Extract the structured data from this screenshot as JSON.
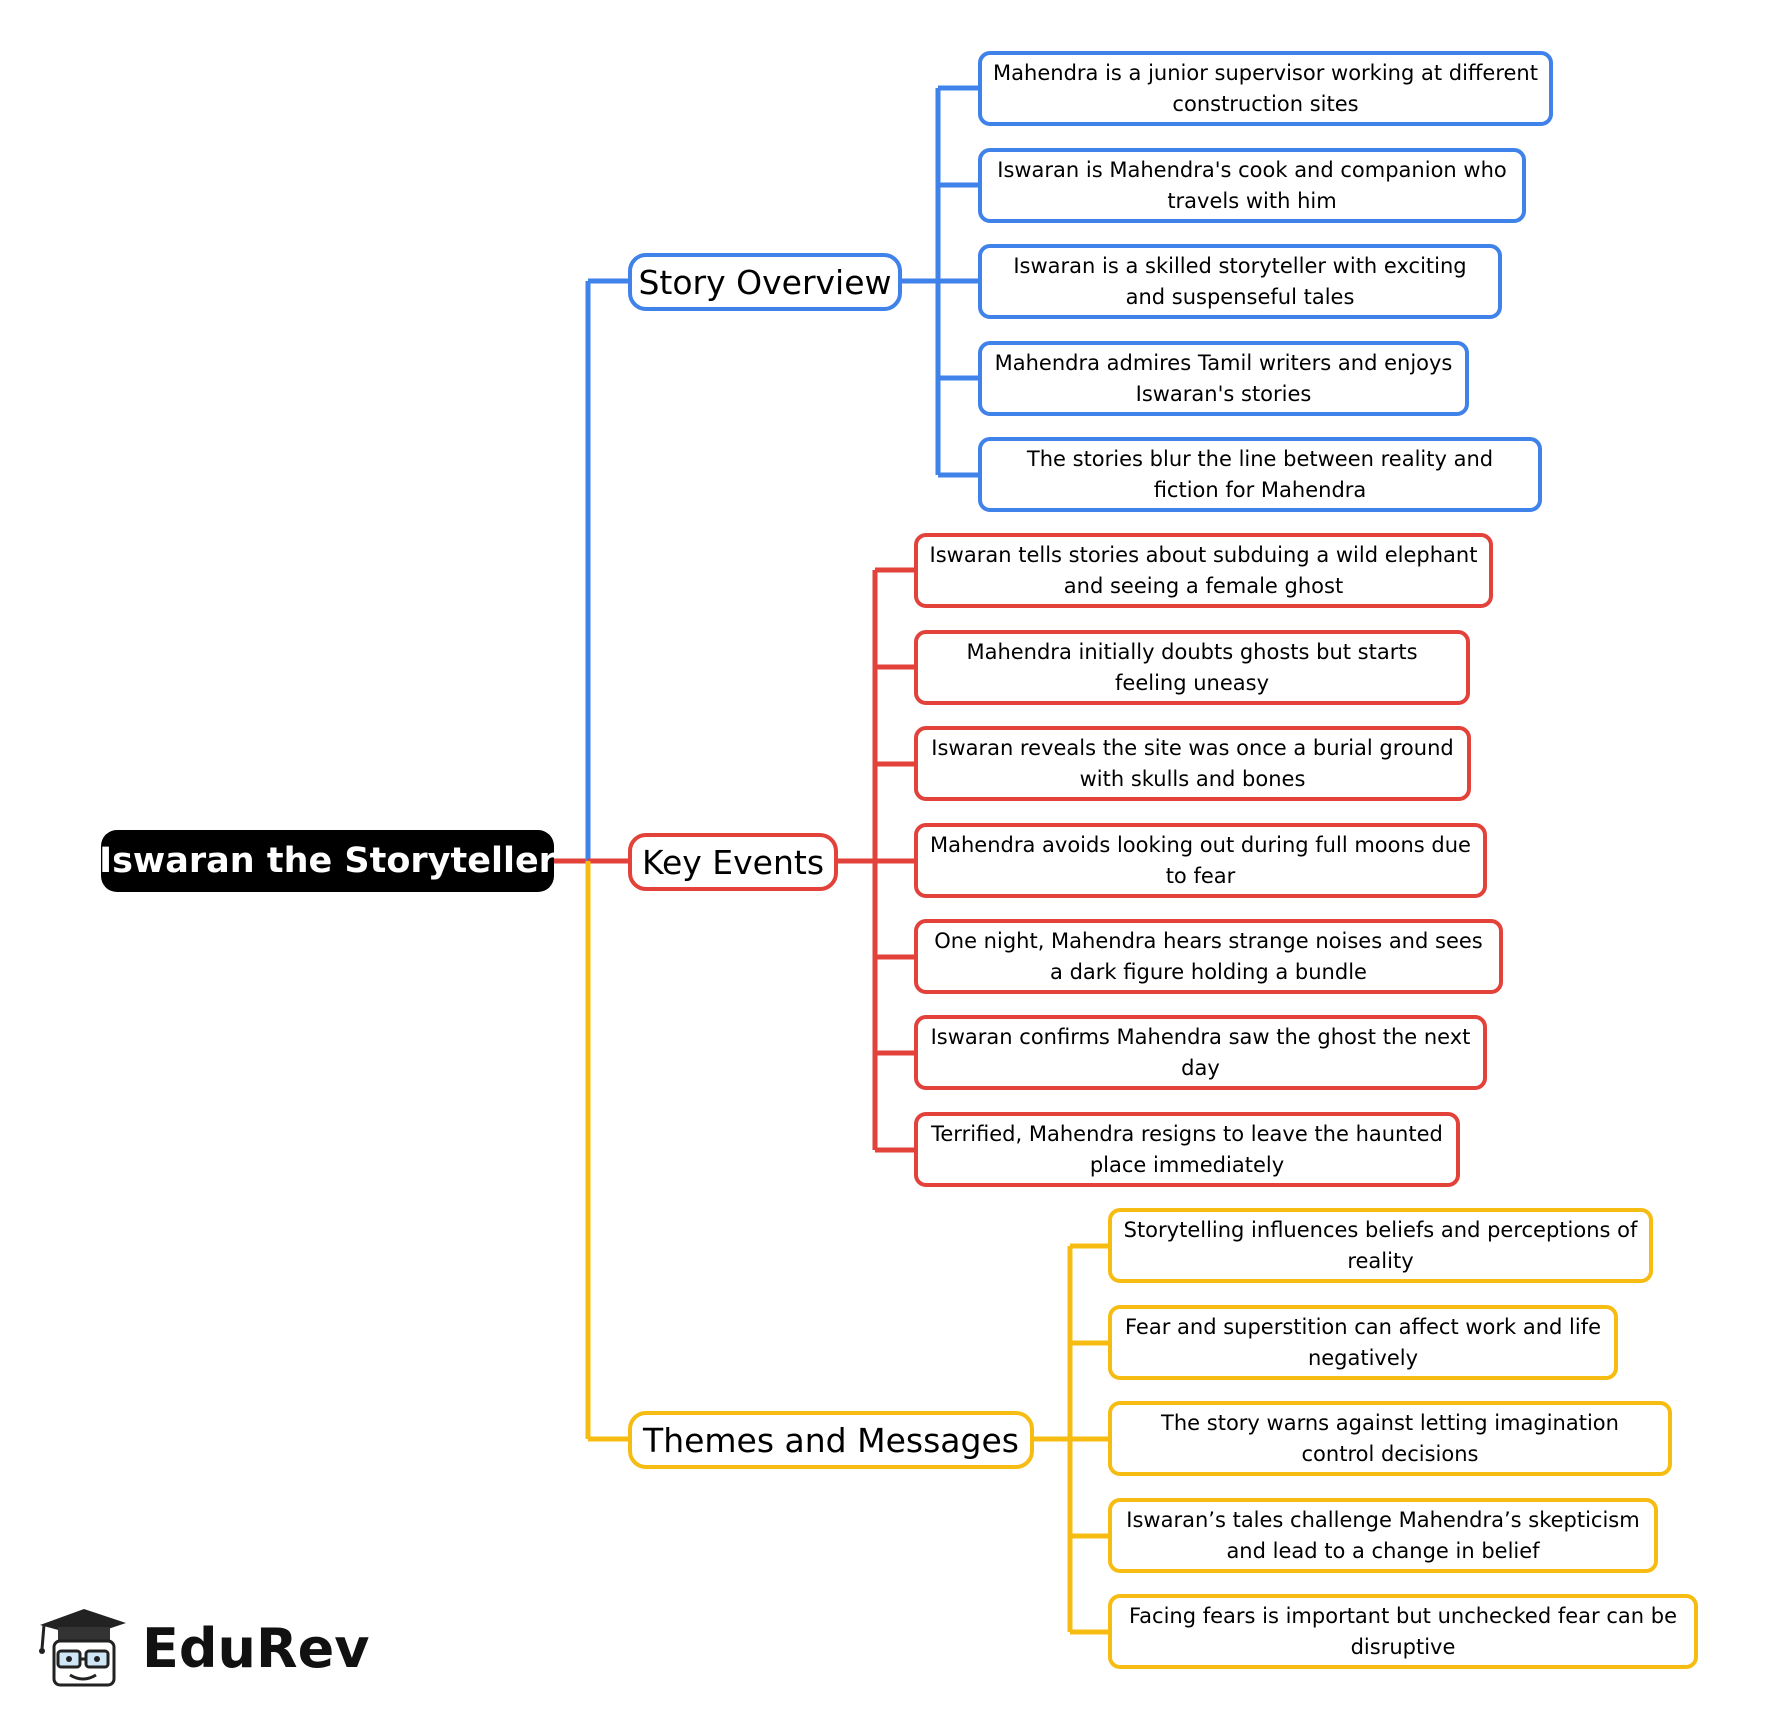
{
  "root": {
    "label": "Iswaran the Storyteller"
  },
  "colors": {
    "blue": "#3f82ea",
    "red": "#e2423a",
    "yellow": "#f6bc12"
  },
  "branches": [
    {
      "label": "Story Overview",
      "color": "blue",
      "leaves": [
        "Mahendra is a junior supervisor working at different construction sites",
        "Iswaran is Mahendra's cook and companion who travels with him",
        "Iswaran is a skilled storyteller with exciting and suspenseful tales",
        "Mahendra admires Tamil writers and enjoys Iswaran's stories",
        "The stories blur the line between reality and fiction for Mahendra"
      ]
    },
    {
      "label": "Key Events",
      "color": "red",
      "leaves": [
        "Iswaran tells stories about subduing a wild elephant and seeing a female ghost",
        "Mahendra initially doubts ghosts but starts feeling uneasy",
        "Iswaran reveals the site was once a burial ground with skulls and bones",
        "Mahendra avoids looking out during full moons due to fear",
        "One night, Mahendra hears strange noises and sees a dark figure holding a bundle",
        "Iswaran confirms Mahendra saw the ghost the next day",
        "Terrified, Mahendra resigns to leave the haunted place immediately"
      ]
    },
    {
      "label": "Themes and Messages",
      "color": "yellow",
      "leaves": [
        "Storytelling influences beliefs and perceptions of reality",
        "Fear and superstition can affect work and life negatively",
        "The story warns against letting imagination control decisions",
        "Iswaran’s tales challenge Mahendra’s skepticism and lead to a change in belief",
        "Facing fears is important but unchecked fear can be disruptive"
      ]
    }
  ],
  "logo": {
    "text": "EduRev",
    "icon": "graduation-cap-mascot-icon"
  }
}
